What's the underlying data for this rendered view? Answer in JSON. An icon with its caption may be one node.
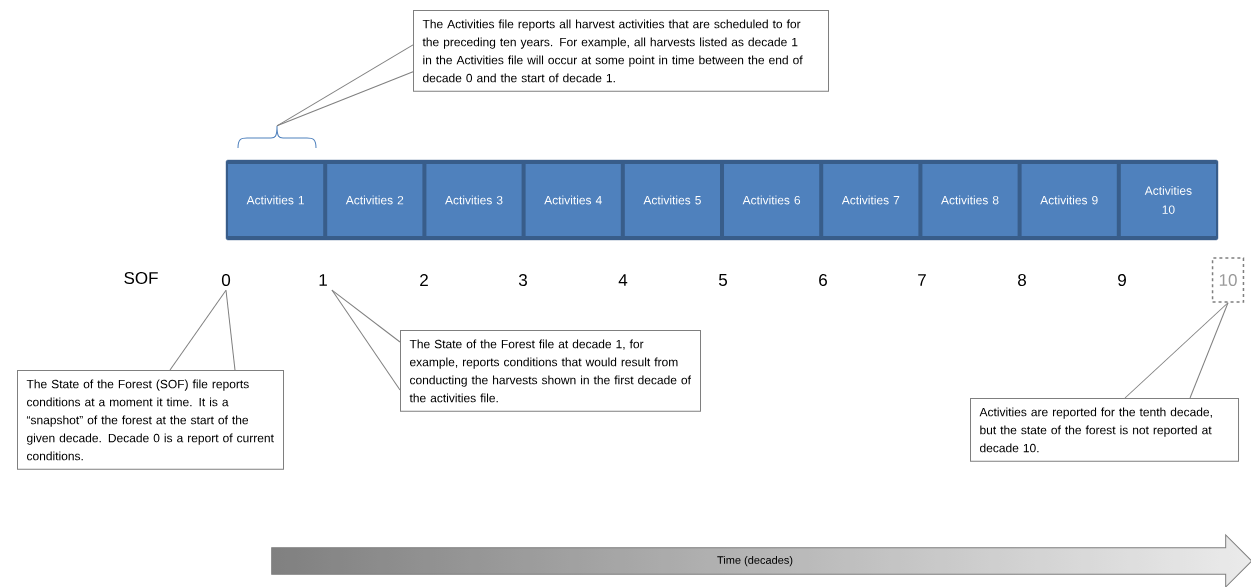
{
  "diagram": {
    "nodes": [
      {
        "text": [],
        "shape": "box"
      },
      {
        "text": [
          "Activities 1"
        ],
        "in": 0
      },
      {
        "text": [
          "Activities 2"
        ],
        "in": 0
      },
      {
        "text": [
          "Activities 3"
        ],
        "in": 0
      },
      {
        "text": [
          "Activities 4"
        ],
        "in": 0
      },
      {
        "text": [
          "Activities 5"
        ],
        "in": 0
      },
      {
        "text": [
          "Activities 6"
        ],
        "in": 0
      },
      {
        "text": [
          "Activities 7"
        ],
        "in": 0
      },
      {
        "text": [
          "Activities 8"
        ],
        "in": 0
      },
      {
        "text": [
          "Activities 9"
        ],
        "in": 0
      },
      {
        "text": [
          "Activities 10"
        ],
        "in": 0
      },
      {
        "text": [],
        "shape": "bracket"
      },
      {
        "text": [
          "The Activities file reports all harvest activities that are scheduled to for the preceding ten years. For example, all harvests listed as decade 1 in the Activities file will occur at some point in time between the end of decade 0 and the start of decade 1."
        ]
      },
      {
        "text": [
          "0"
        ]
      },
      {
        "text": [
          "1"
        ]
      },
      {
        "text": [
          "2"
        ]
      },
      {
        "text": [
          "3"
        ]
      },
      {
        "text": [
          "4"
        ]
      },
      {
        "text": [
          "5"
        ]
      },
      {
        "text": [
          "6"
        ]
      },
      {
        "text": [
          "7"
        ]
      },
      {
        "text": [
          "8"
        ]
      },
      {
        "text": [
          "9"
        ]
      },
      {
        "text": [
          "10"
        ]
      },
      {
        "text": [
          "The State of the Forest (SOF) file reports conditions at a moment it time. It is a “snapshot” of the forest at the start of the given decade. Decade 0 is a report of current conditions."
        ]
      },
      {
        "text": [
          "The State of the Forest file at decade 1, for example, reports conditions that would result from conducting the harvests shown in the first decade of the activities file."
        ]
      },
      {
        "text": [
          "Activities are reported for the tenth decade, but the state of the forest is not reported at decade 10."
        ]
      },
      {
        "text": [
          "Time (decades)"
        ]
      }
    ],
    "edges": [
      {
        "from": 12,
        "to": 11,
        "arrow": "none"
      },
      {
        "from": 24,
        "to": 13,
        "arrow": "none"
      },
      {
        "from": 25,
        "to": 14,
        "arrow": "none"
      },
      {
        "from": 26,
        "to": 23,
        "arrow": "none"
      }
    ],
    "labels": [
      "SOF"
    ]
  }
}
